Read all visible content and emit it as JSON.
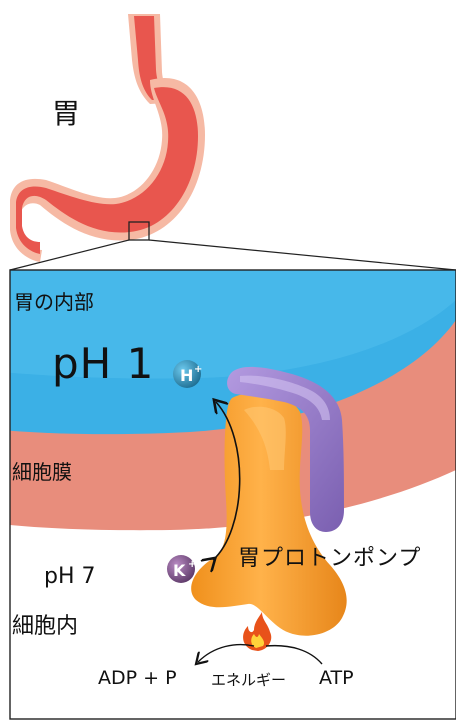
{
  "labels": {
    "stomach": "胃",
    "stomach_interior": "胃の内部",
    "ph_interior": "pH 1",
    "cell_membrane": "細胞膜",
    "ph_cell": "pH 7",
    "intracellular": "細胞内",
    "proton_pump": "胃プロトンポンプ",
    "adp_p": "ADP + P",
    "energy": "エネルギー",
    "atp": "ATP"
  },
  "ions": {
    "hydrogen": {
      "symbol": "H",
      "charge": "+"
    },
    "potassium": {
      "symbol": "K",
      "charge": "+"
    }
  },
  "colors": {
    "stomach": "#e8564e",
    "stomach_rim": "#f6b9a4",
    "interior_blue": "#3bb0e6",
    "membrane": "#e88d7c",
    "pump_orange": "#f59a2c",
    "pump_purple": "#9b7fc6",
    "h_ion": "#2a8fb8",
    "k_ion": "#8a5c94"
  }
}
